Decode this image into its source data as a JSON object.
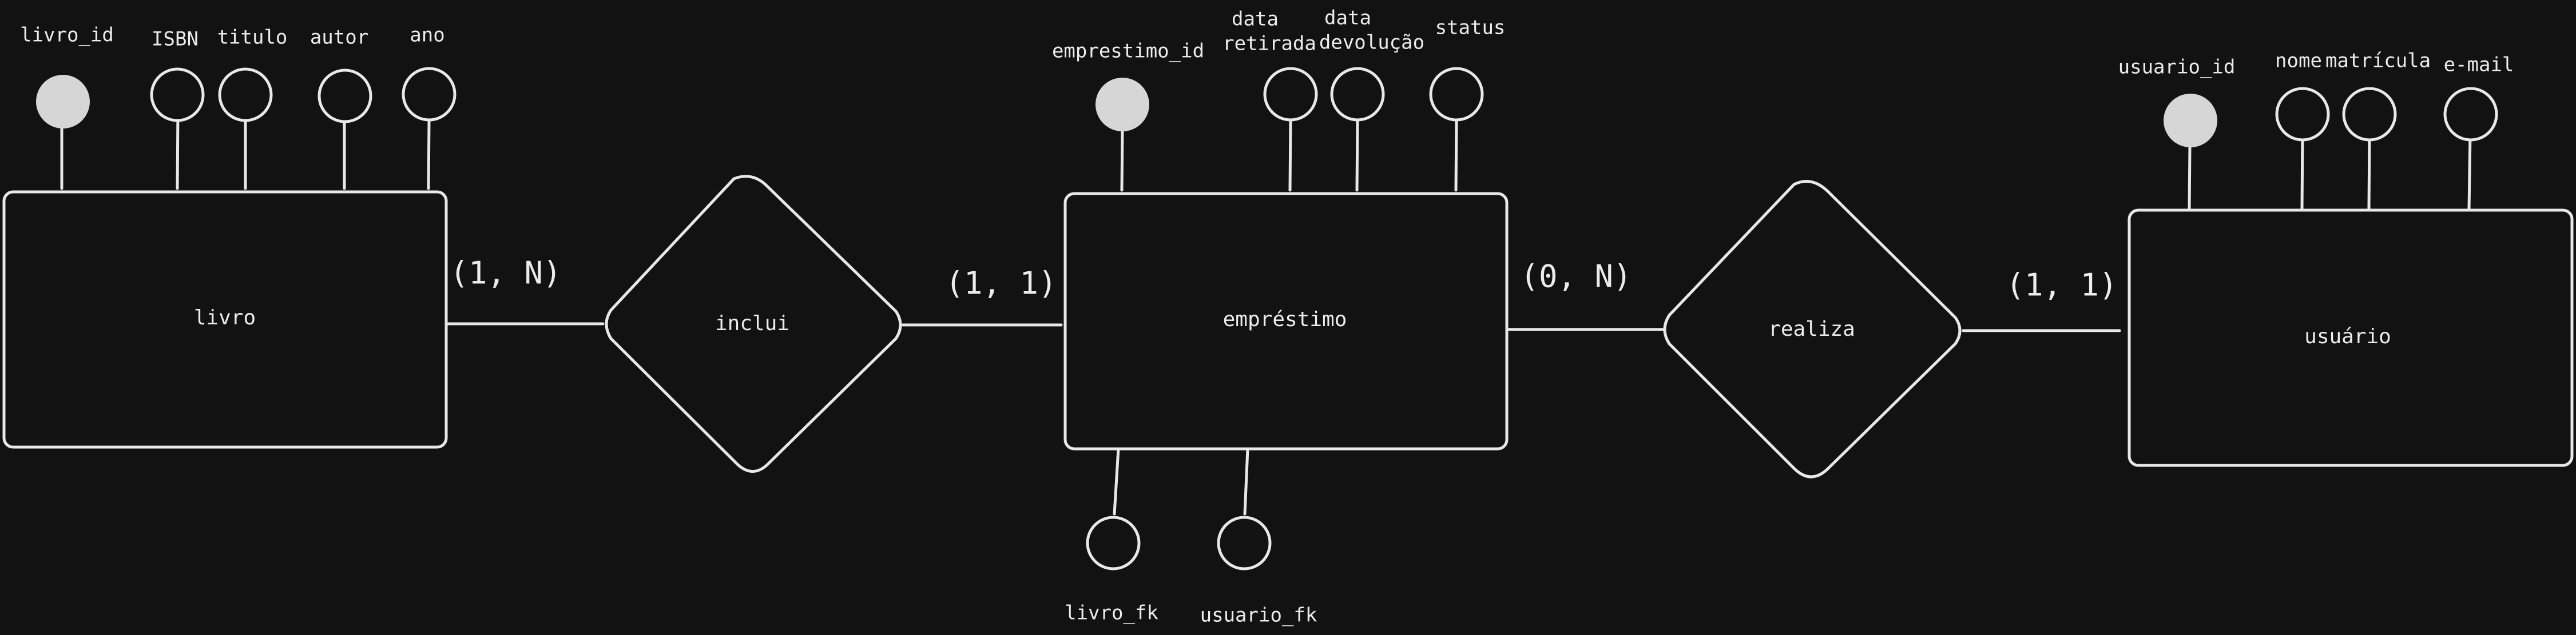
{
  "entities": {
    "livro": {
      "name": "livro",
      "attributes": {
        "pk": "livro_id",
        "isbn": "ISBN",
        "titulo": "titulo",
        "autor": "autor",
        "ano": "ano"
      }
    },
    "emprestimo": {
      "name": "empréstimo",
      "attributes": {
        "pk": "emprestimo_id",
        "data_retirada_1": "data",
        "data_retirada_2": "retirada",
        "data_devolucao_1": "data",
        "data_devolucao_2": "devolução",
        "status": "status",
        "livro_fk": "livro_fk",
        "usuario_fk": "usuario_fk"
      }
    },
    "usuario": {
      "name": "usuário",
      "attributes": {
        "pk": "usuario_id",
        "nome": "nome",
        "matricula": "matrícula",
        "email": "e-mail"
      }
    }
  },
  "relationships": {
    "inclui": {
      "name": "inclui",
      "card_livro": "(1, N)",
      "card_emprestimo": "(1, 1)"
    },
    "realiza": {
      "name": "realiza",
      "card_emprestimo": "(0, N)",
      "card_usuario": "(1, 1)"
    }
  },
  "colors": {
    "background": "#121212",
    "stroke": "#e8e8e8",
    "key_fill": "#d6d6d6"
  }
}
